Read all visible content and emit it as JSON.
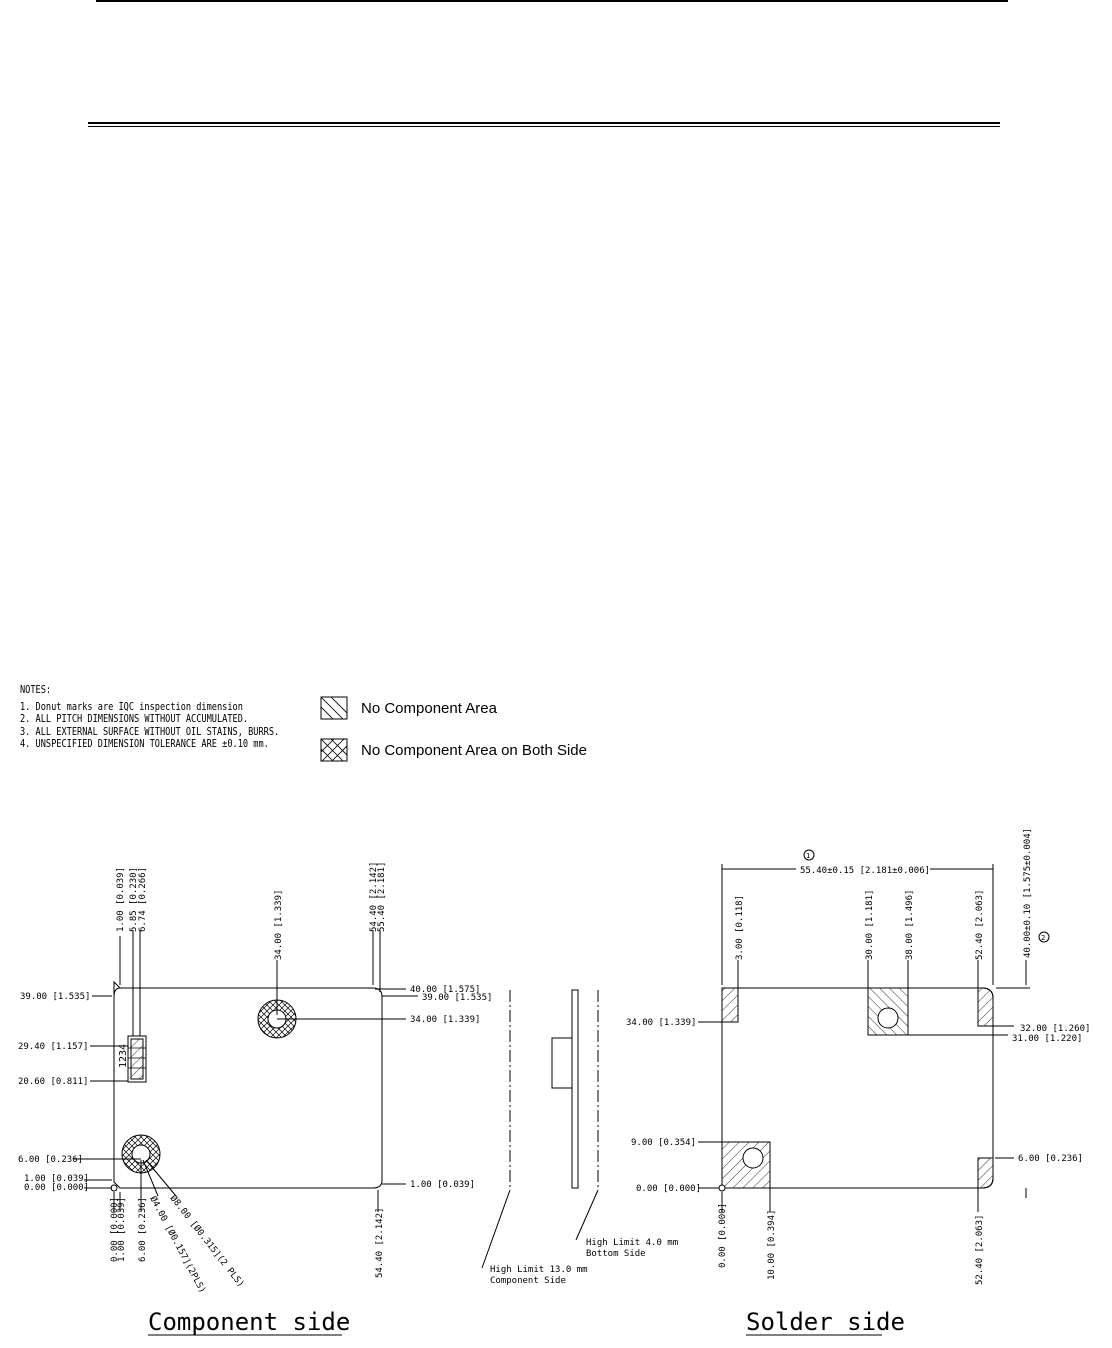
{
  "notes": {
    "heading": "NOTES:",
    "items": [
      "1. Donut marks are IQC inspection dimension",
      "2. ALL PITCH DIMENSIONS WITHOUT ACCUMULATED.",
      "3. ALL EXTERNAL SURFACE WITHOUT OIL STAINS, BURRS.",
      "4. UNSPECIFIED DIMENSION TOLERANCE ARE ±0.10 mm."
    ]
  },
  "legend": {
    "single": "No Component Area",
    "both": "No Component Area on Both Side"
  },
  "component_side": {
    "caption": "Component side",
    "top_dims": [
      "1.00 [0.039]",
      "5.85 [0.230]",
      "6.74 [0.266]",
      "34.00 [1.339]",
      "54.40 [2.142]",
      "55.40 [2.181]"
    ],
    "left_dims": [
      "39.00 [1.535]",
      "29.40 [1.157]",
      "20.60 [0.811]",
      "6.00 [0.236]",
      "1.00 [0.039]",
      "0.00 [0.000]"
    ],
    "right_dims": [
      "40.00 [1.575]",
      "39.00 [1.535]",
      "34.00 [1.339]",
      "1.00 [0.039]"
    ],
    "bottom_dims": [
      "0.00 [0.000]",
      "1.00 [0.039]",
      "6.00 [0.236]",
      "54.40 [2.142]"
    ],
    "hole_dims": [
      "Ø4.00 [Ø0.157](2PLS)",
      "Ø8.00 [Ø0.315](2 PLS)"
    ],
    "connector_pins": "1234"
  },
  "side_view": {
    "component_limit": [
      "High Limit 13.0 mm",
      "Component Side"
    ],
    "bottom_limit": [
      "High Limit 4.0 mm",
      "Bottom Side"
    ]
  },
  "solder_side": {
    "caption": "Solder side",
    "overall_width": "55.40±0.15 [2.181±0.006]",
    "overall_height": "40.00±0.10 [1.575±0.004]",
    "donut_marks": [
      "1",
      "2"
    ],
    "top_dims": [
      "3.00 [0.118]",
      "30.00 [1.181]",
      "38.00 [1.496]",
      "52.40 [2.063]"
    ],
    "left_dims": [
      "34.00 [1.339]",
      "9.00 [0.354]",
      "0.00 [0.000]"
    ],
    "right_dims": [
      "32.00 [1.260]",
      "31.00 [1.220]",
      "6.00 [0.236]"
    ],
    "bottom_dims": [
      "0.00 [0.000]",
      "10.00 [0.394]",
      "52.40 [2.063]"
    ]
  }
}
